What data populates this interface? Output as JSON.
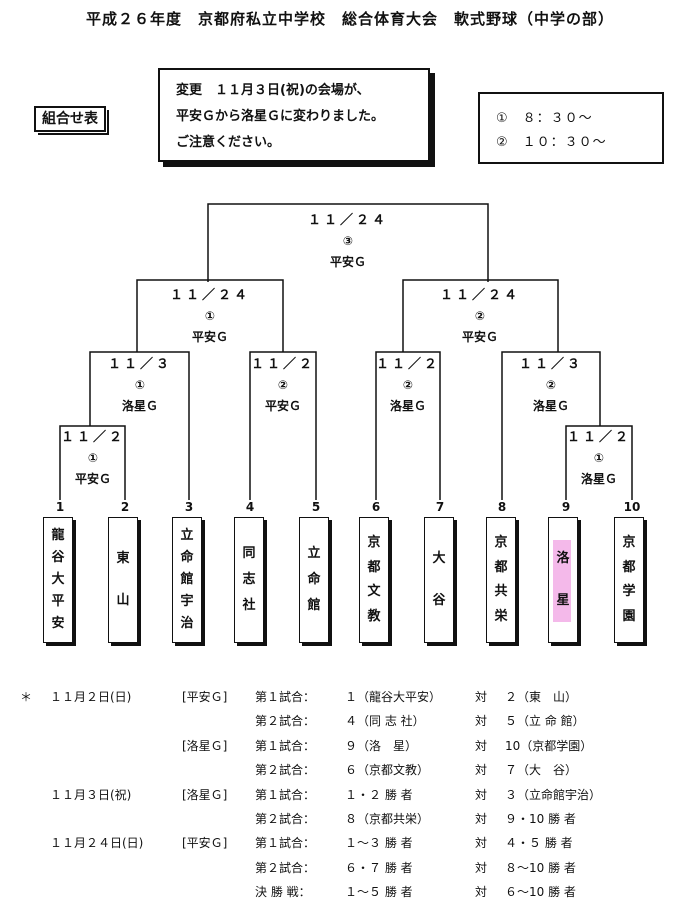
{
  "header": {
    "title": "平成２６年度　京都府私立中学校　総合体育大会　軟式野球（中学の部）"
  },
  "tag": "組合せ表",
  "notice": {
    "line1": "変更　１１月３日(祝)の会場が、",
    "line2": "平安Ｇから洛星Ｇに変わりました。",
    "line3": "ご注意ください。"
  },
  "times": {
    "t1": "①　８：３０～",
    "t2": "②　１０：３０～"
  },
  "games": {
    "final": {
      "date": "１１／２４",
      "slot": "③",
      "venue": "平安Ｇ"
    },
    "semi_left": {
      "date": "１１／２４",
      "slot": "①",
      "venue": "平安Ｇ"
    },
    "semi_right": {
      "date": "１１／２４",
      "slot": "②",
      "venue": "平安Ｇ"
    },
    "qf1": {
      "date": "１１／３",
      "slot": "①",
      "venue": "洛星Ｇ"
    },
    "qf2": {
      "date": "１１／２",
      "slot": "②",
      "venue": "平安Ｇ"
    },
    "qf3": {
      "date": "１１／２",
      "slot": "②",
      "venue": "洛星Ｇ"
    },
    "qf4": {
      "date": "１１／３",
      "slot": "②",
      "venue": "洛星Ｇ"
    },
    "r1_left": {
      "date": "１１／２",
      "slot": "①",
      "venue": "平安Ｇ"
    },
    "r1_right": {
      "date": "１１／２",
      "slot": "①",
      "venue": "洛星Ｇ"
    }
  },
  "seeds": [
    "1",
    "2",
    "3",
    "4",
    "5",
    "6",
    "7",
    "8",
    "9",
    "10"
  ],
  "teams": [
    [
      "龍",
      "谷",
      "大",
      "平",
      "安"
    ],
    [
      "東",
      "山"
    ],
    [
      "立",
      "命",
      "館",
      "宇",
      "治"
    ],
    [
      "同",
      "志",
      "社"
    ],
    [
      "立",
      "命",
      "館"
    ],
    [
      "京",
      "都",
      "文",
      "教"
    ],
    [
      "大",
      "谷"
    ],
    [
      "京",
      "都",
      "共",
      "栄"
    ],
    [
      "洛",
      "星"
    ],
    [
      "京",
      "都",
      "学",
      "園"
    ]
  ],
  "schedule": [
    {
      "star": "＊",
      "date": "１１月２日(日)",
      "venue": "[平安Ｇ]",
      "match": "第１試合：",
      "home": "１（龍谷大平安）",
      "vs": "対",
      "away": "２（東　山）"
    },
    {
      "star": "",
      "date": "",
      "venue": "",
      "match": "第２試合：",
      "home": "４（同 志 社）",
      "vs": "対",
      "away": "５（立 命 館）"
    },
    {
      "star": "",
      "date": "",
      "venue": "[洛星Ｇ]",
      "match": "第１試合：",
      "home": "９（洛　星）",
      "vs": "対",
      "away": "10（京都学園）"
    },
    {
      "star": "",
      "date": "",
      "venue": "",
      "match": "第２試合：",
      "home": "６（京都文教）",
      "vs": "対",
      "away": "７（大　谷）"
    },
    {
      "star": "",
      "date": "１１月３日(祝)",
      "venue": "[洛星Ｇ]",
      "match": "第１試合：",
      "home": "１・２ 勝 者",
      "vs": "対",
      "away": "３（立命館宇治）"
    },
    {
      "star": "",
      "date": "",
      "venue": "",
      "match": "第２試合：",
      "home": "８（京都共栄）",
      "vs": "対",
      "away": "９・10 勝 者"
    },
    {
      "star": "",
      "date": "１１月２４日(日)",
      "venue": "[平安Ｇ]",
      "match": "第１試合：",
      "home": "１～３ 勝 者",
      "vs": "対",
      "away": "４・５ 勝 者"
    },
    {
      "star": "",
      "date": "",
      "venue": "",
      "match": "第２試合：",
      "home": "６・７ 勝 者",
      "vs": "対",
      "away": "８～10 勝 者"
    },
    {
      "star": "",
      "date": "",
      "venue": "",
      "match": "決 勝 戦：",
      "home": "１～５ 勝 者",
      "vs": "対",
      "away": "６～10 勝 者"
    }
  ]
}
